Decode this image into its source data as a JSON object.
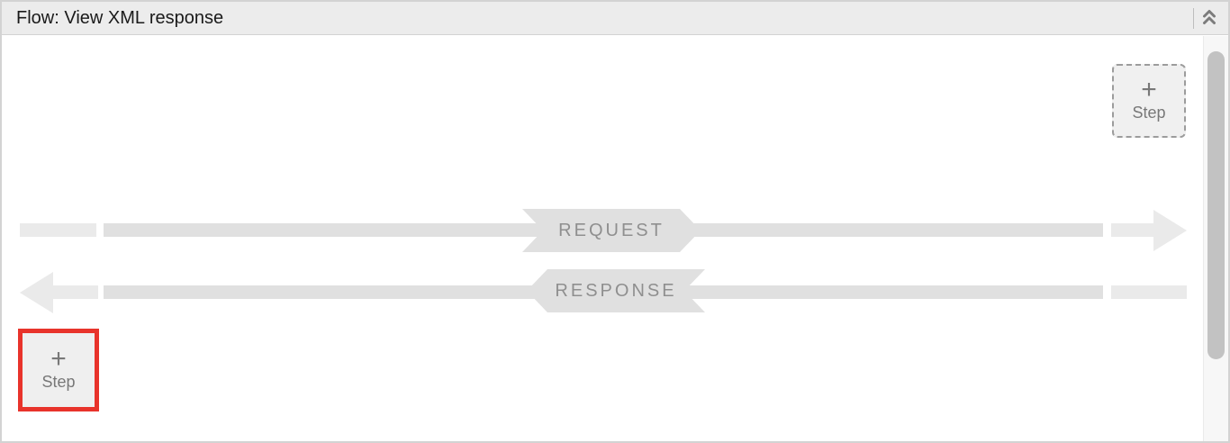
{
  "titlebar": {
    "title": "Flow: View XML response",
    "collapse_icon": "chevron-double-up"
  },
  "canvas": {
    "request_banner": "REQUEST",
    "response_banner": "RESPONSE"
  },
  "step_buttons": {
    "top_right": {
      "plus": "+",
      "label": "Step"
    },
    "bottom_left": {
      "plus": "+",
      "label": "Step"
    }
  },
  "colors": {
    "highlight_red": "#e8332b",
    "banner_fill": "#e0e0e0",
    "line_fill": "#e0e0e0",
    "arrow_fill": "#eaeaea",
    "titlebar_bg": "#ececec",
    "scrollbar_thumb": "#c2c2c2"
  }
}
